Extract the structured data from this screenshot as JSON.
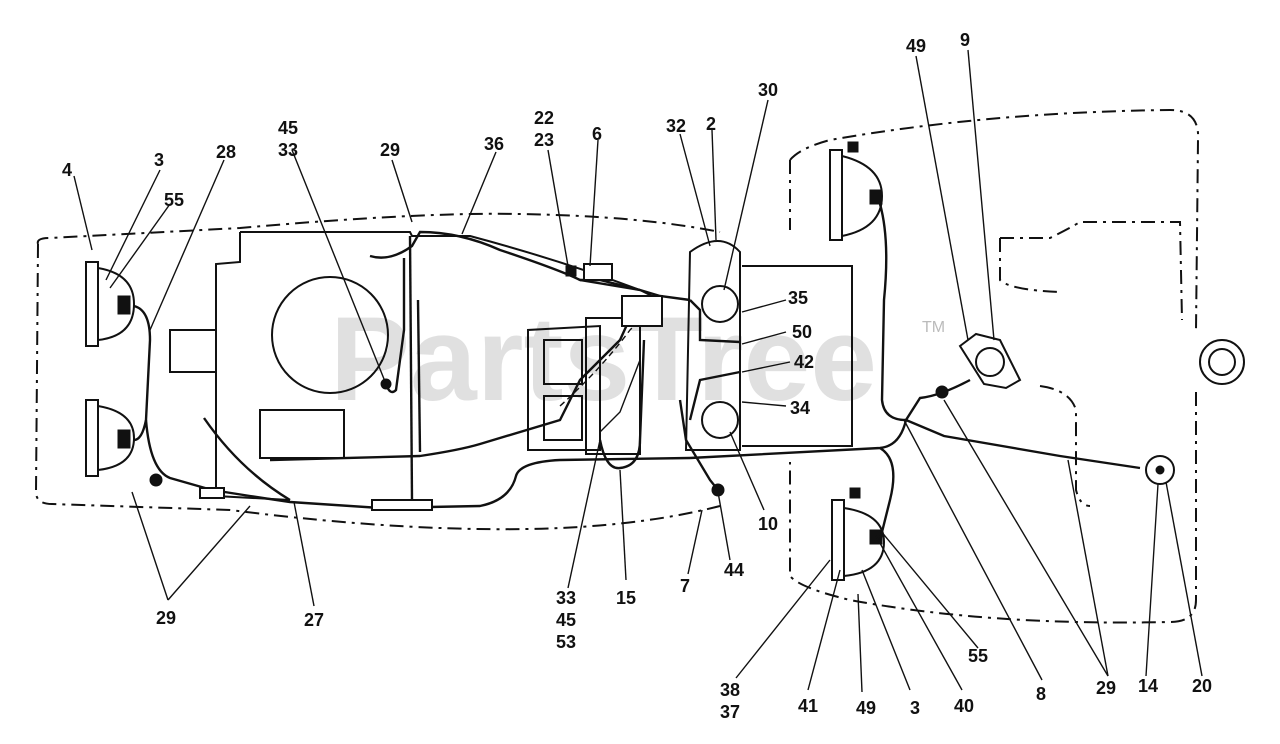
{
  "watermark": {
    "text": "PartsTree",
    "trademark": "TM"
  },
  "callouts": {
    "c4": "4",
    "c3a": "3",
    "c55a": "55",
    "c28": "28",
    "c45a": "45",
    "c33a": "33",
    "c29a": "29",
    "c36": "36",
    "c22": "22",
    "c23": "23",
    "c6": "6",
    "c32": "32",
    "c2": "2",
    "c30": "30",
    "c49a": "49",
    "c9": "9",
    "c35": "35",
    "c50": "50",
    "c42": "42",
    "c34": "34",
    "c10": "10",
    "c44": "44",
    "c7": "7",
    "c15": "15",
    "c33b": "33",
    "c45b": "45",
    "c53": "53",
    "c29b": "29",
    "c27": "27",
    "c38": "38",
    "c37": "37",
    "c41": "41",
    "c49b": "49",
    "c3b": "3",
    "c40": "40",
    "c55b": "55",
    "c8": "8",
    "c29c": "29",
    "c14": "14",
    "c20": "20"
  }
}
